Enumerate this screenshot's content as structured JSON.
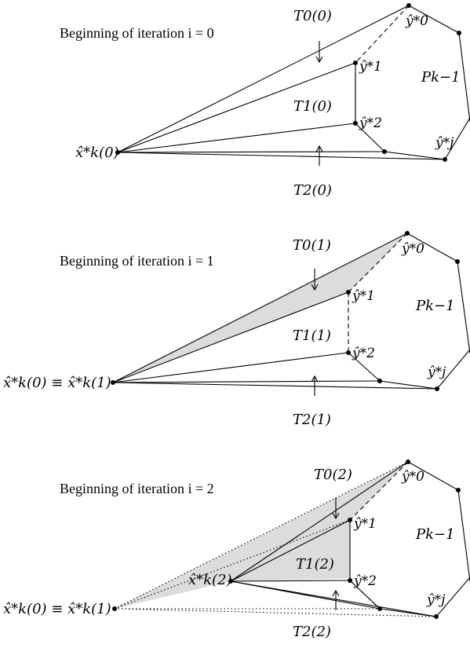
{
  "panels": [
    {
      "title": "Beginning of iteration i = 0",
      "apex_label": "x̂*k(0)",
      "t0_label": "T0(0)",
      "t1_label": "T1(0)",
      "t2_label": "T2(0)"
    },
    {
      "title": "Beginning of iteration i = 1",
      "apex_label": "x̂*k(0) ≡ x̂*k(1)",
      "t0_label": "T0(1)",
      "t1_label": "T1(1)",
      "t2_label": "T2(1)"
    },
    {
      "title": "Beginning of iteration i = 2",
      "apex_label": "x̂*k(0) ≡ x̂*k(1)",
      "apex2_label": "x̂*k(2)",
      "t0_label": "T0(2)",
      "t1_label": "T1(2)",
      "t2_label": "T2(2)"
    }
  ],
  "polygon_label": "Pk−1",
  "vertex_labels": {
    "y0": "ŷ*0",
    "y1": "ŷ*1",
    "y2": "ŷ*2",
    "yj": "ŷ*j"
  }
}
